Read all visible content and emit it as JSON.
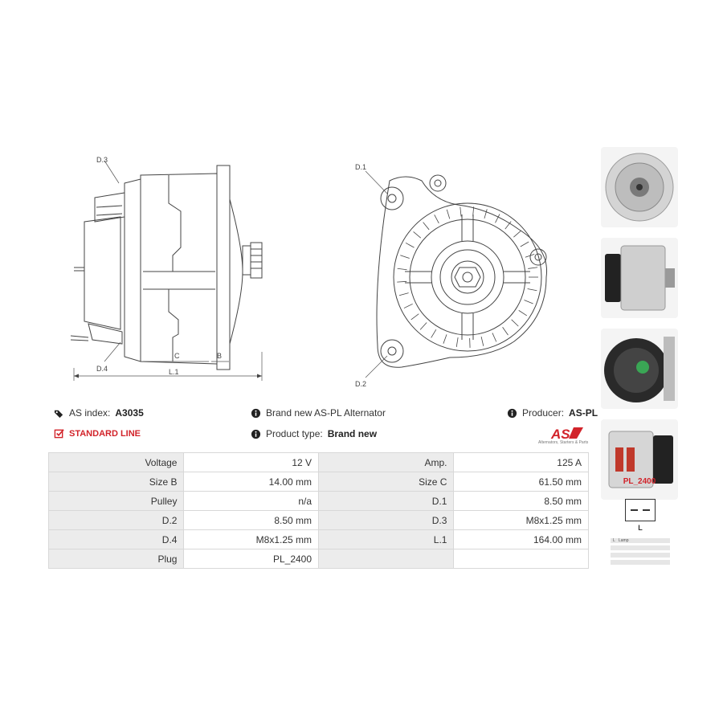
{
  "drawing_labels": {
    "d3": "D.3",
    "d4": "D.4",
    "c": "C",
    "b": "B",
    "l1": "L.1",
    "d1": "D.1",
    "d2": "D.2"
  },
  "info": {
    "as_index_label": "AS index:",
    "as_index_value": "A3035",
    "description": "Brand new AS-PL Alternator",
    "producer_label": "Producer:",
    "producer_value": "AS-PL",
    "standard_line": "STANDARD LINE",
    "product_type_label": "Product type:",
    "product_type_value": "Brand new"
  },
  "logo": {
    "word": "AS",
    "tagline": "Alternators, Starters & Parts"
  },
  "specs": [
    {
      "label": "Voltage",
      "value": "12 V",
      "label2": "Amp.",
      "value2": "125 A"
    },
    {
      "label": "Size B",
      "value": "14.00 mm",
      "label2": "Size C",
      "value2": "61.50 mm"
    },
    {
      "label": "Pulley",
      "value": "n/a",
      "label2": "D.1",
      "value2": "8.50 mm"
    },
    {
      "label": "D.2",
      "value": "8.50 mm",
      "label2": "D.3",
      "value2": "M8x1.25 mm"
    },
    {
      "label": "D.4",
      "value": "M8x1.25 mm",
      "label2": "L.1",
      "value2": "164.00 mm"
    },
    {
      "label": "Plug",
      "value": "PL_2400",
      "label2": "",
      "value2": ""
    }
  ],
  "plug": {
    "code": "PL_2400",
    "terminal": "L",
    "legend": [
      {
        "key": "L",
        "text": "Lamp"
      },
      {
        "key": "",
        "text": ""
      },
      {
        "key": "",
        "text": ""
      },
      {
        "key": "",
        "text": ""
      }
    ]
  },
  "colors": {
    "accent_red": "#d2232a",
    "table_label_bg": "#ececec",
    "table_border": "#d8d8d8"
  },
  "icons": [
    "tags-icon",
    "checkbox-icon",
    "info-icon"
  ]
}
